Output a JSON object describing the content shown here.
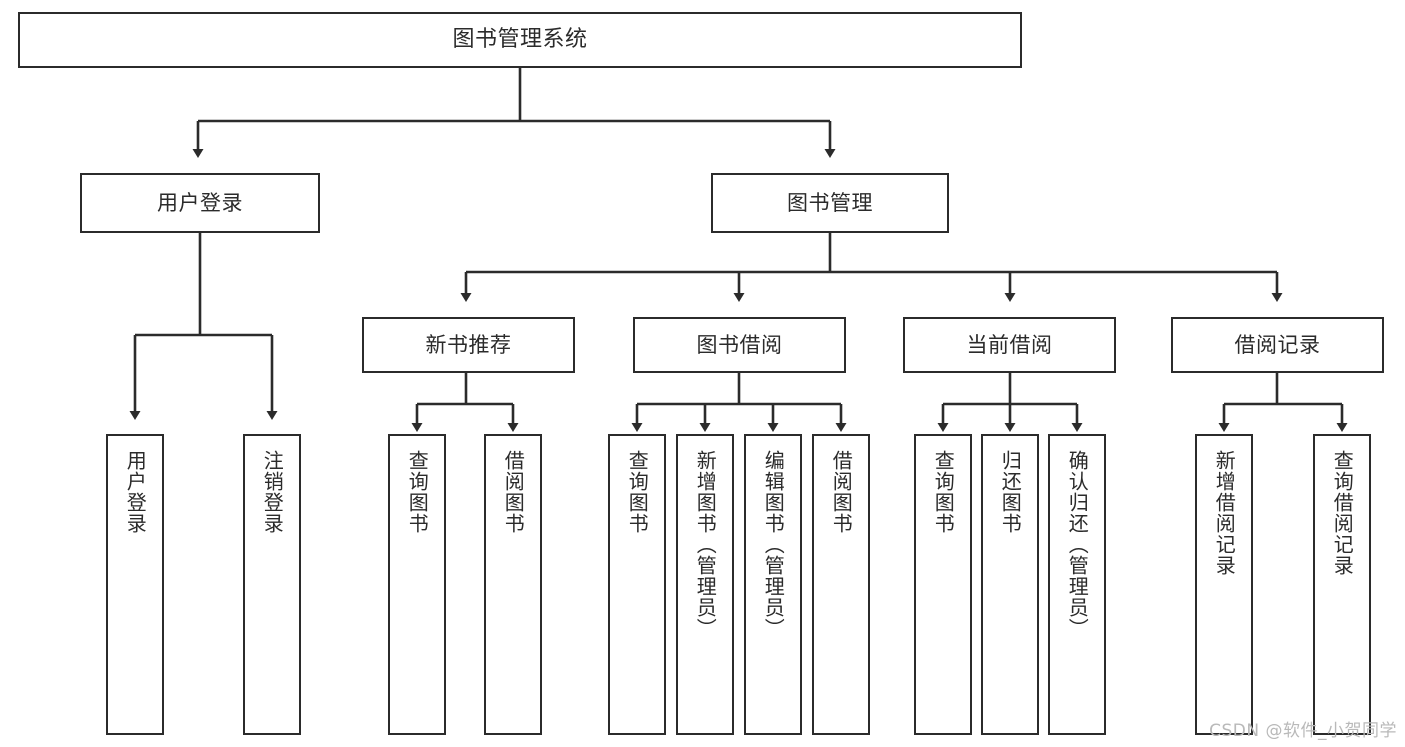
{
  "diagram": {
    "title": "图书管理系统",
    "watermark": "CSDN @软件_小贺同学",
    "colors": {
      "border": "#2b2b2b",
      "text": "#2b2b2b",
      "background": "#ffffff",
      "watermark": "#b9b9b9"
    },
    "nodes": {
      "root": {
        "label": "图书管理系统"
      },
      "level2": [
        {
          "label": "用户登录"
        },
        {
          "label": "图书管理"
        }
      ],
      "level3": [
        {
          "label": "新书推荐"
        },
        {
          "label": "图书借阅"
        },
        {
          "label": "当前借阅"
        },
        {
          "label": "借阅记录"
        }
      ],
      "leaves_user_login": [
        {
          "label": "用户登录"
        },
        {
          "label": "注销登录"
        }
      ],
      "leaves_new_books": [
        {
          "label": "查询图书"
        },
        {
          "label": "借阅图书"
        }
      ],
      "leaves_borrow": [
        {
          "label": "查询图书"
        },
        {
          "label": "新增图书（管理员）"
        },
        {
          "label": "编辑图书（管理员）"
        },
        {
          "label": "借阅图书"
        }
      ],
      "leaves_current": [
        {
          "label": "查询图书"
        },
        {
          "label": "归还图书"
        },
        {
          "label": "确认归还（管理员）"
        }
      ],
      "leaves_records": [
        {
          "label": "新增借阅记录"
        },
        {
          "label": "查询借阅记录"
        }
      ]
    }
  },
  "chart_data": {
    "type": "table",
    "title": "图书管理系统 功能结构图",
    "tree": {
      "name": "图书管理系统",
      "children": [
        {
          "name": "用户登录",
          "children": [
            {
              "name": "用户登录"
            },
            {
              "name": "注销登录"
            }
          ]
        },
        {
          "name": "图书管理",
          "children": [
            {
              "name": "新书推荐",
              "children": [
                {
                  "name": "查询图书"
                },
                {
                  "name": "借阅图书"
                }
              ]
            },
            {
              "name": "图书借阅",
              "children": [
                {
                  "name": "查询图书"
                },
                {
                  "name": "新增图书（管理员）"
                },
                {
                  "name": "编辑图书（管理员）"
                },
                {
                  "name": "借阅图书"
                }
              ]
            },
            {
              "name": "当前借阅",
              "children": [
                {
                  "name": "查询图书"
                },
                {
                  "name": "归还图书"
                },
                {
                  "name": "确认归还（管理员）"
                }
              ]
            },
            {
              "name": "借阅记录",
              "children": [
                {
                  "name": "新增借阅记录"
                },
                {
                  "name": "查询借阅记录"
                }
              ]
            }
          ]
        }
      ]
    }
  }
}
